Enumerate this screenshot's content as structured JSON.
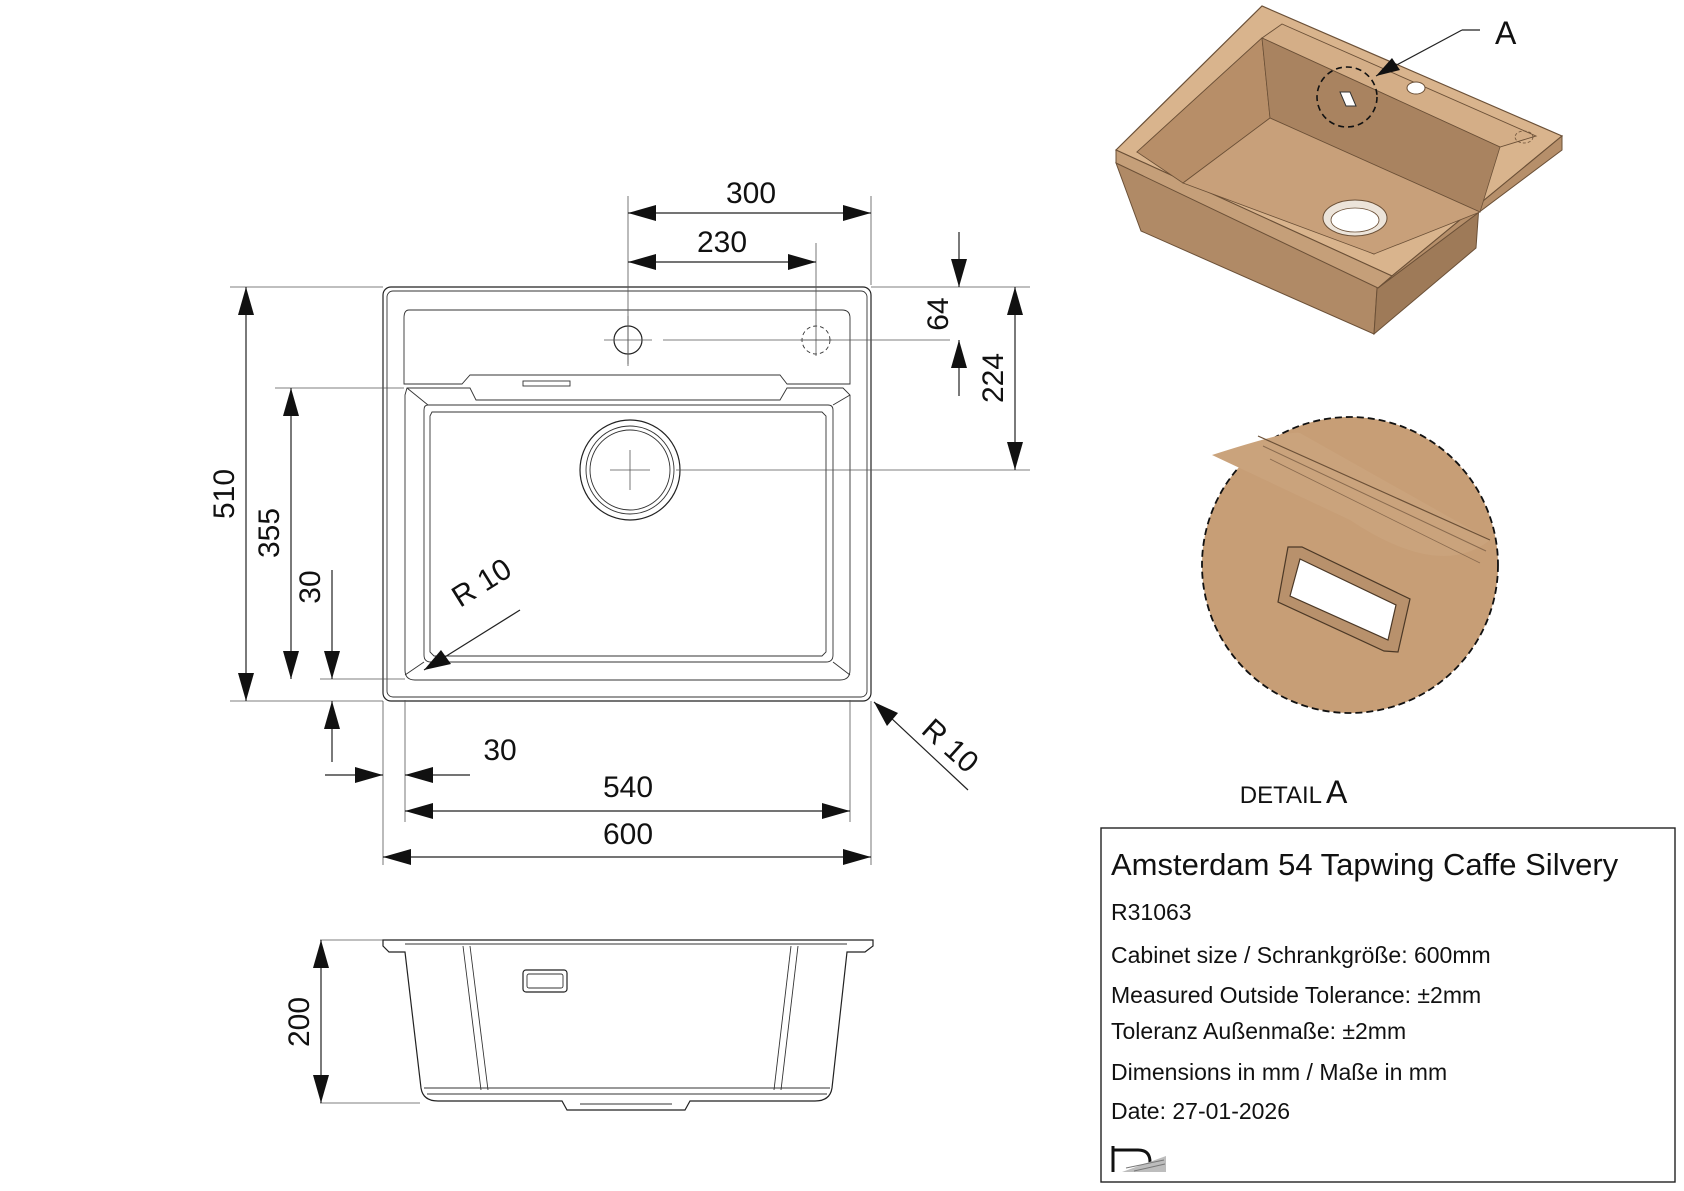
{
  "dimensions": {
    "d300": "300",
    "d230": "230",
    "d64": "64",
    "d224": "224",
    "d510": "510",
    "d355": "355",
    "d30_vertical": "30",
    "d30_horizontal": "30",
    "d540": "540",
    "d600": "600",
    "r10_inner": "R 10",
    "r10_outer": "R 10",
    "d200": "200"
  },
  "detail": {
    "callout_letter": "A",
    "label_word": "DETAIL",
    "label_letter": "A"
  },
  "title_block": {
    "title": "Amsterdam 54 Tapwing Caffe Silvery",
    "code": "R31063",
    "cabinet": "Cabinet size / Schrankgröße: 600mm",
    "tolerance_en": "Measured Outside Tolerance: ±2mm",
    "tolerance_de": "Toleranz Außenmaße: ±2mm",
    "units": "Dimensions in mm / Maße in mm",
    "date": "Date: 27-01-2026"
  },
  "colors": {
    "sink_material": "#c9a27c",
    "sink_shadow": "#a77f5d",
    "line": "#222222"
  },
  "icons": {
    "brand_logo": "reginox-logo-icon"
  }
}
